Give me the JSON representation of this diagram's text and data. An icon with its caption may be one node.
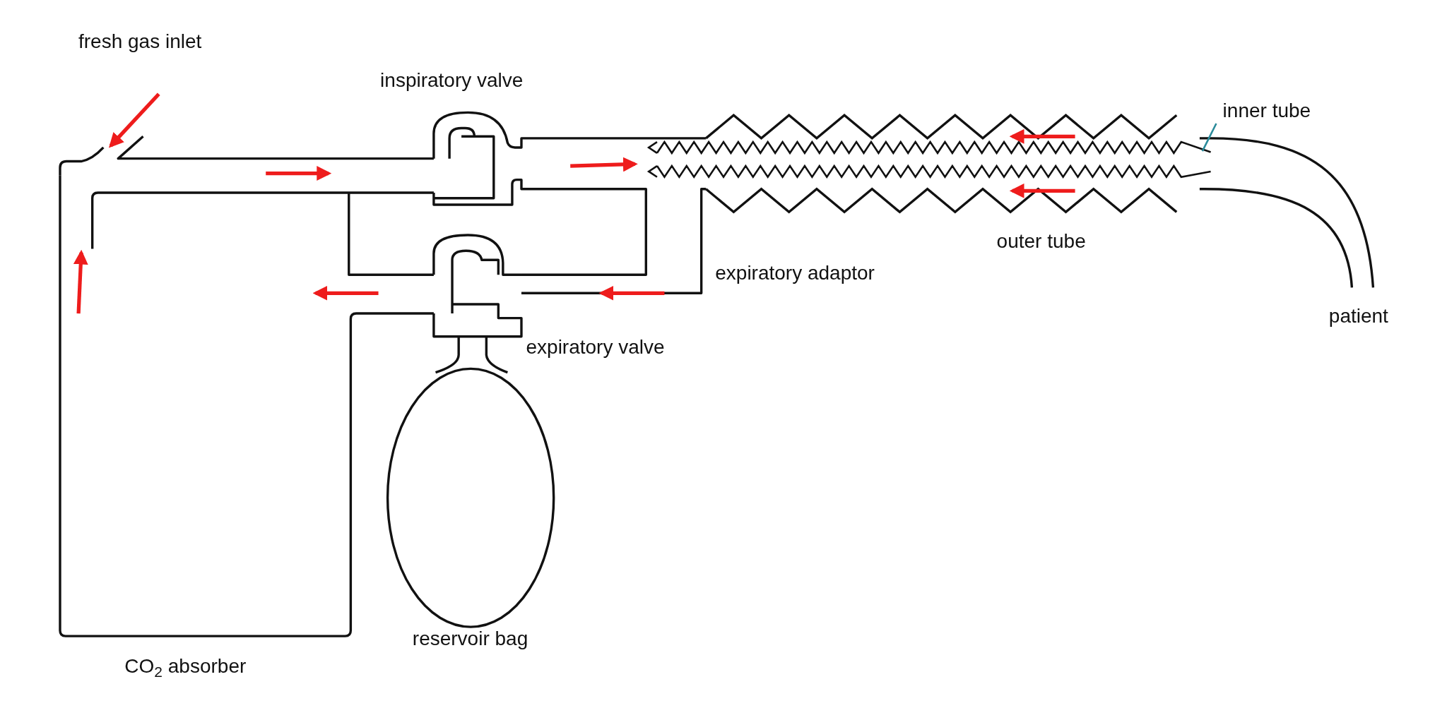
{
  "diagram": {
    "nodes": [
      {
        "text": [
          "inner tube"
        ]
      },
      {
        "text": [],
        "shape": "picture"
      }
    ],
    "edges": [
      {
        "from": 0,
        "to": 1,
        "arrow": "none"
      }
    ],
    "labels": [
      "fresh gas inlet",
      "inspiratory valve",
      "outer tube",
      "expiratory adaptor",
      "patient",
      "expiratory valve",
      "reservoir bag",
      "CO$_{2}$ absorber"
    ]
  }
}
